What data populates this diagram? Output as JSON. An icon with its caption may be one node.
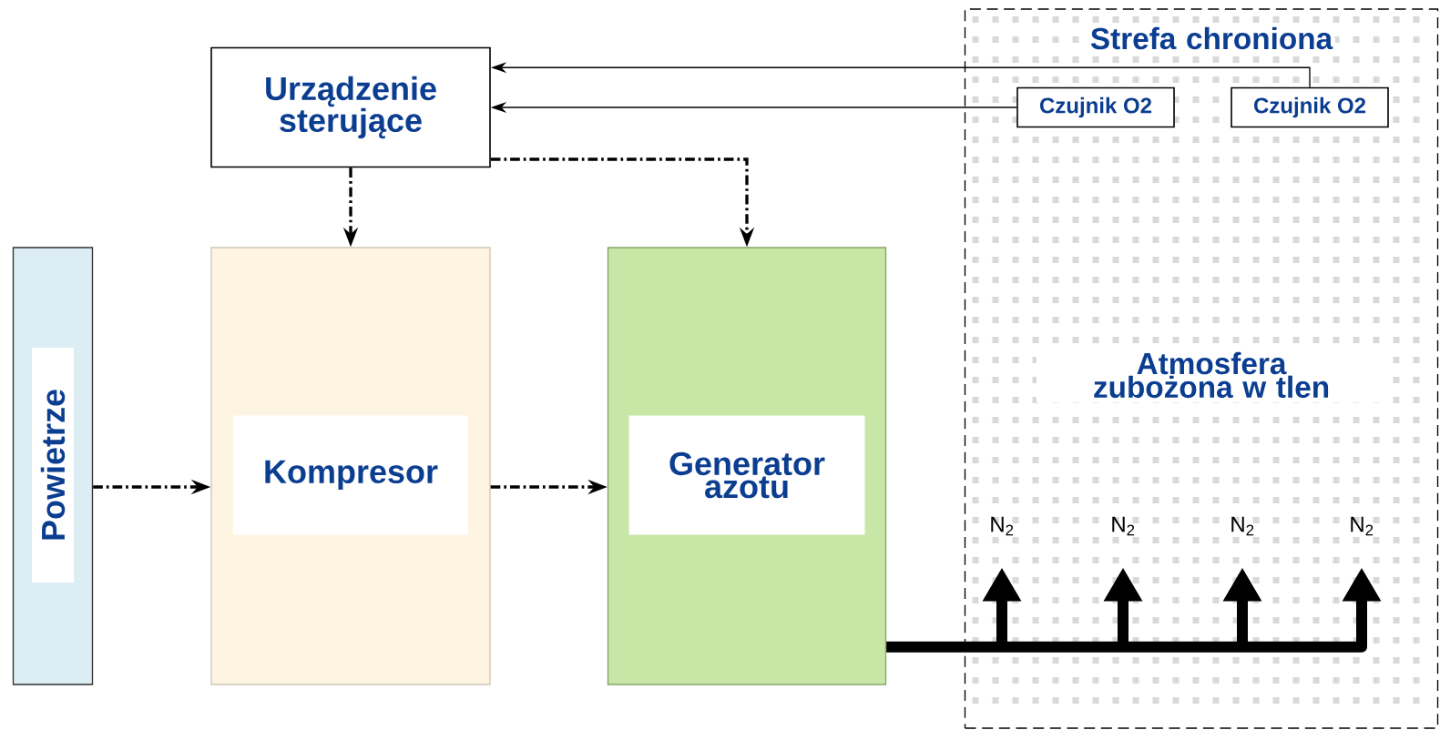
{
  "diagram": {
    "nodes": [
      {
        "text": [
          "Urządzenie sterujące"
        ]
      },
      {
        "text": [
          "Powietrze"
        ]
      },
      {
        "text": [
          "Kompresor"
        ]
      },
      {
        "text": [
          "Generator azotu"
        ]
      },
      {
        "text": [
          "Strefa chroniona",
          "Atmosfera zubożona w tlen"
        ]
      },
      {
        "text": [
          "Czujnik O2"
        ],
        "in": 4
      },
      {
        "text": [
          "Czujnik O2"
        ],
        "in": 4
      },
      {
        "text": [
          "N$_{2}$"
        ],
        "in": 4
      },
      {
        "text": [
          "N$_{2}$"
        ],
        "in": 4
      },
      {
        "text": [
          "N$_{2}$"
        ],
        "in": 4
      },
      {
        "text": [
          "N$_{2}$"
        ],
        "in": 4
      }
    ],
    "edges": [
      {
        "from": 5,
        "to": 0,
        "arrow": "to"
      },
      {
        "from": 6,
        "to": 0,
        "arrow": "to"
      },
      {
        "from": 0,
        "to": 2,
        "arrow": "to",
        "style": "dashed"
      },
      {
        "from": 0,
        "to": 3,
        "arrow": "to",
        "style": "dashed"
      },
      {
        "from": 1,
        "to": 2,
        "arrow": "to",
        "style": "dashed"
      },
      {
        "from": 2,
        "to": 3,
        "arrow": "to",
        "style": "dashed"
      },
      {
        "from": 3,
        "to": 7,
        "arrow": "to",
        "style": "thick"
      },
      {
        "from": 3,
        "to": 8,
        "arrow": "to",
        "style": "thick"
      },
      {
        "from": 3,
        "to": 9,
        "arrow": "to",
        "style": "thick"
      },
      {
        "from": 3,
        "to": 10,
        "arrow": "to",
        "style": "thick"
      }
    ]
  }
}
